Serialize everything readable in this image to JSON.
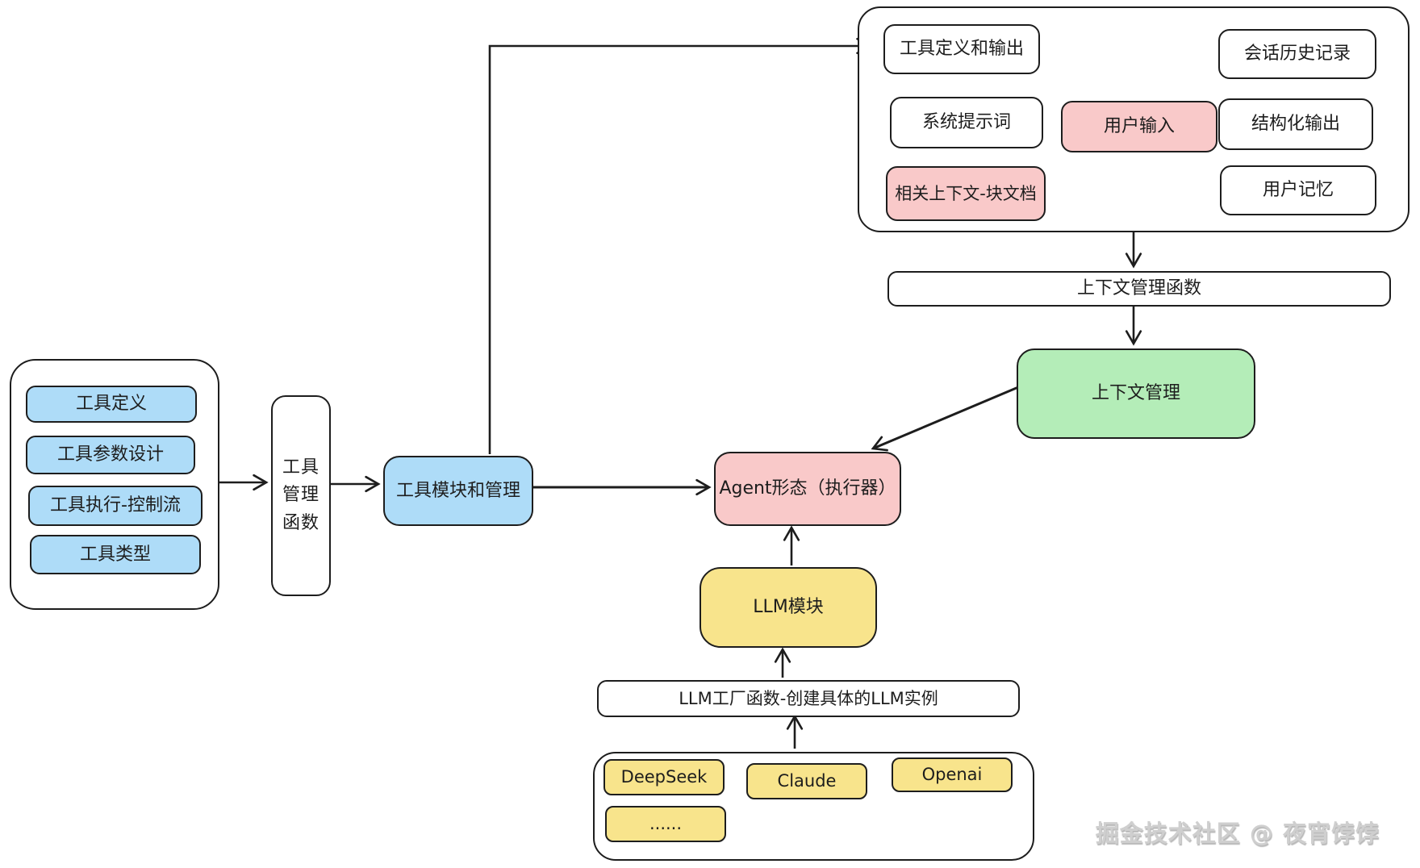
{
  "diagram": {
    "background": "#ffffff",
    "stroke_color": "#1d1d1d"
  },
  "colors": {
    "white": "#ffffff",
    "pink": "#f9c9c9",
    "blue": "#aedcf8",
    "green": "#b4edb8",
    "yellow": "#f8e48c"
  },
  "context_panel": {
    "tool_def_output": "工具定义和输出",
    "session_history": "会话历史记录",
    "system_prompt": "系统提示词",
    "user_input": "用户输入",
    "structured_output": "结构化输出",
    "related_context": "相关上下文-块文档",
    "user_memory": "用户记忆"
  },
  "nodes": {
    "context_mgmt_fn": "上下文管理函数",
    "context_mgmt": "上下文管理",
    "tool_def": "工具定义",
    "tool_param": "工具参数设计",
    "tool_exec": "工具执行-控制流",
    "tool_type": "工具类型",
    "tool_mgmt_fn": "工具管理函数",
    "tool_module": "工具模块和管理",
    "agent": "Agent形态（执行器）",
    "llm_module": "LLM模块",
    "llm_factory": "LLM工厂函数-创建具体的LLM实例"
  },
  "providers": {
    "deepseek": "DeepSeek",
    "claude": "Claude",
    "openai": "Openai",
    "more": "......"
  },
  "watermark": "掘金技术社区 @ 夜宵饽饽"
}
